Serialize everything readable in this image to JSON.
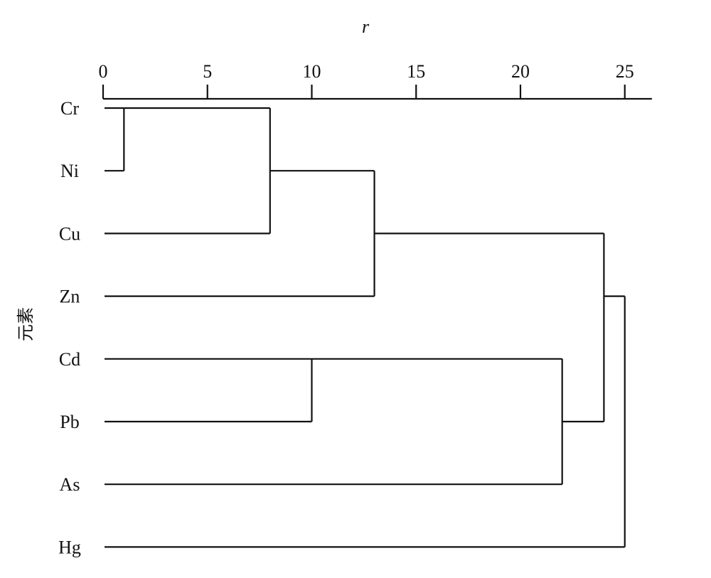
{
  "chart_data": {
    "type": "dendrogram",
    "title": "",
    "xlabel": "r",
    "ylabel": "元素",
    "xlim": [
      0,
      26.3
    ],
    "xticks": [
      0,
      5,
      10,
      15,
      20,
      25
    ],
    "tick_labels": [
      "0",
      "5",
      "10",
      "15",
      "20",
      "25"
    ],
    "leaves": [
      "Cr",
      "Ni",
      "Cu",
      "Zn",
      "Cd",
      "Pb",
      "As",
      "Hg"
    ],
    "merges": [
      {
        "a": "Cr",
        "b": "Ni",
        "distance": 1,
        "id": "m1"
      },
      {
        "a": "m1",
        "b": "Cu",
        "distance": 8,
        "id": "m2"
      },
      {
        "a": "m2",
        "b": "Zn",
        "distance": 13,
        "id": "m3"
      },
      {
        "a": "Cd",
        "b": "Pb",
        "distance": 10,
        "id": "m4"
      },
      {
        "a": "m4",
        "b": "As",
        "distance": 22,
        "id": "m5"
      },
      {
        "a": "m3",
        "b": "m5",
        "distance": 24,
        "id": "m6"
      },
      {
        "a": "m6",
        "b": "Hg",
        "distance": 25,
        "id": "m7"
      }
    ]
  }
}
